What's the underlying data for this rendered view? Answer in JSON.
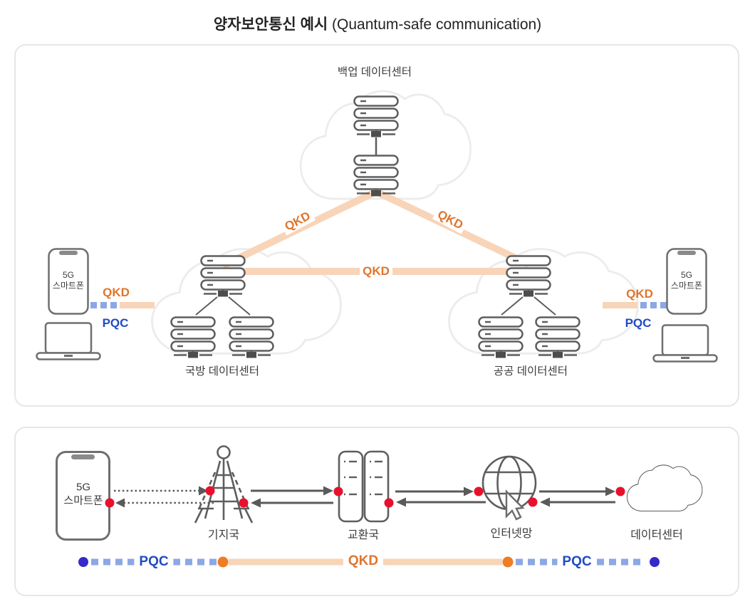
{
  "title": {
    "main": "양자보안통신 예시",
    "sub": " (Quantum-safe communication)"
  },
  "colors": {
    "qkd_orange": "#E0752B",
    "qkd_band": "#F8D4B8",
    "pqc_blue": "#1F4BC4",
    "pqc_dash": "#8CA8E4",
    "navy_dot": "#3629C9",
    "orange_dot": "#EE7D23",
    "red_dot": "#E8112D",
    "icon_stroke": "#5E5E5E",
    "cloud_stroke": "#ECECEC",
    "panel_border": "#E6E6E6"
  },
  "panel1": {
    "backup_dc": "백업 데이터센터",
    "defense_dc": "국방 데이터센터",
    "public_dc": "공공 데이터센터",
    "qkd_diag_left": "QKD",
    "qkd_diag_right": "QKD",
    "qkd_horizontal": "QKD",
    "left_link": {
      "qkd": "QKD",
      "pqc": "PQC"
    },
    "right_link": {
      "qkd": "QKD",
      "pqc": "PQC"
    },
    "left_phone": {
      "line1": "5G",
      "line2": "스마트폰"
    },
    "right_phone": {
      "line1": "5G",
      "line2": "스마트폰"
    }
  },
  "panel2": {
    "phone": {
      "line1": "5G",
      "line2": "스마트폰"
    },
    "base_station": "기지국",
    "exchange": "교환국",
    "internet": "인터넷망",
    "datacenter": "데이터센터",
    "pqc_left": "PQC",
    "qkd": "QKD",
    "pqc_right": "PQC"
  }
}
